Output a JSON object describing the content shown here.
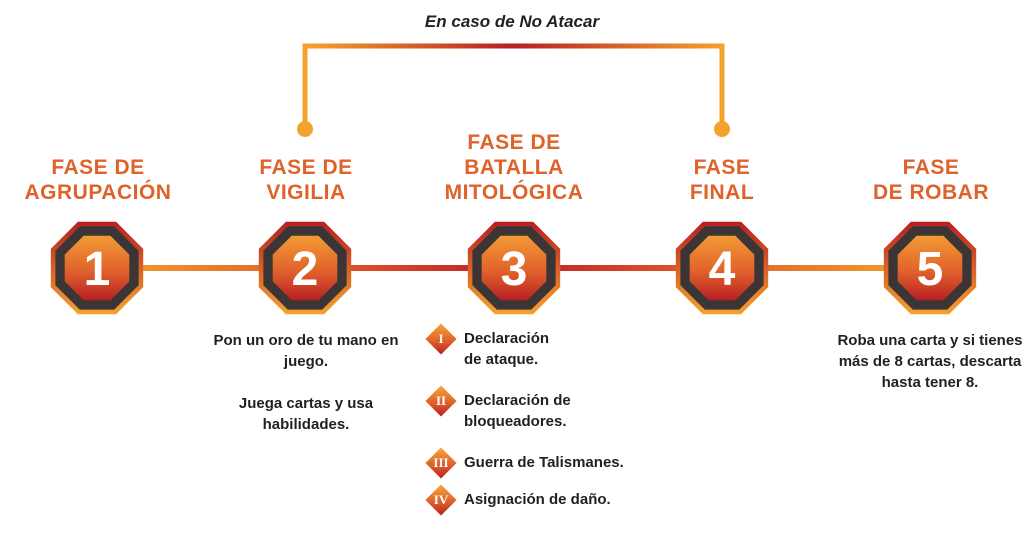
{
  "bypass_label": "En caso de No Atacar",
  "phases": [
    {
      "number": "1",
      "title_lines": [
        "FASE DE",
        "AGRUPACIÓN"
      ]
    },
    {
      "number": "2",
      "title_lines": [
        "FASE DE",
        "VIGILIA"
      ]
    },
    {
      "number": "3",
      "title_lines": [
        "FASE DE",
        "BATALLA",
        "MITOLÓGICA"
      ]
    },
    {
      "number": "4",
      "title_lines": [
        "FASE",
        "FINAL"
      ]
    },
    {
      "number": "5",
      "title_lines": [
        "FASE",
        "DE ROBAR"
      ]
    }
  ],
  "vigilia_notes": [
    "Pon un oro de tu mano en juego.",
    "Juega cartas y usa habilidades."
  ],
  "batalla_steps": [
    {
      "numeral": "I",
      "lines": [
        "Declaración",
        "de ataque."
      ]
    },
    {
      "numeral": "II",
      "lines": [
        "Declaración de",
        "bloqueadores."
      ]
    },
    {
      "numeral": "III",
      "lines": [
        "Guerra de Talismanes."
      ]
    },
    {
      "numeral": "IV",
      "lines": [
        "Asignación de daño."
      ]
    }
  ],
  "robar_note": "Roba una carta y si tienes más de 8 cartas, descarta hasta tener 8.",
  "colors": {
    "title_orange": "#e0622b",
    "gold": "#f5a22c",
    "red": "#b81f24",
    "octagon_dark": "#3b3536",
    "text_dark": "#231f20"
  }
}
